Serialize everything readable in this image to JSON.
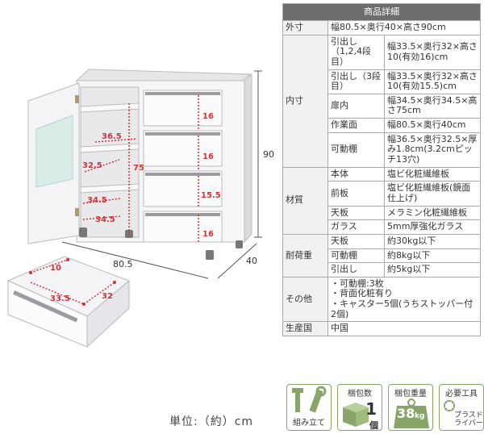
{
  "illustration": {
    "dims": {
      "height": "90",
      "width": "80.5",
      "depth": "40"
    },
    "red_labels": {
      "shelf_depth_1": "36.5",
      "shelf_width": "32.5",
      "inner_height": "75",
      "shelf_depth_2": "34.5",
      "shelf_depth_3": "34.5",
      "drawer_h_1": "16",
      "drawer_h_2": "16",
      "drawer_h_3": "15.5",
      "drawer_h_4": "16",
      "drawer_d_10": "10",
      "drawer_w": "33.5",
      "drawer_d_32": "32"
    },
    "unit_text": "単位:（約）cm"
  },
  "spec": {
    "header": "商品詳細",
    "outer": {
      "label": "外寸",
      "value": "幅80.5×奥行40×高さ90cm"
    },
    "inner": {
      "label": "内寸",
      "rows": [
        {
          "sub": "引出し（1,2,4段目）",
          "value": "幅33.5×奥行32×高さ10(有効16)cm"
        },
        {
          "sub": "引出し（3段目）",
          "value": "幅33.5×奥行32×高さ10(有効15.5)cm"
        },
        {
          "sub": "扉内",
          "value": "幅34.5×奥行34.5×高さ75cm"
        },
        {
          "sub": "作業面",
          "value": "幅80.5×奥行40cm"
        },
        {
          "sub": "可動棚",
          "value": "幅36.5×奥行32.5×厚み1.8cm(3.2cmピッチ13穴)"
        }
      ]
    },
    "material": {
      "label": "材質",
      "rows": [
        {
          "sub": "本体",
          "value": "塩ビ化粧繊維板"
        },
        {
          "sub": "前板",
          "value": "塩ビ化粧繊維板(鏡面仕上げ)"
        },
        {
          "sub": "天板",
          "value": "メラミン化粧繊維板"
        },
        {
          "sub": "ガラス",
          "value": "5mm厚強化ガラス"
        }
      ]
    },
    "load": {
      "label": "耐荷重",
      "rows": [
        {
          "sub": "天板",
          "value": "約30kg以下"
        },
        {
          "sub": "可動棚",
          "value": "約8kg以下"
        },
        {
          "sub": "引出し",
          "value": "約5kg以下"
        }
      ]
    },
    "other": {
      "label": "その他",
      "lines": [
        "・可動棚:3枚",
        "・背面化粧有り",
        "・キャスター5個(うちストッパー付2個)"
      ]
    },
    "origin": {
      "label": "生産国",
      "value": "中国"
    }
  },
  "icons": [
    {
      "name": "assembly",
      "caption": "組み立て"
    },
    {
      "name": "packages",
      "top": "梱包数",
      "value": "1",
      "unit": "個"
    },
    {
      "name": "weight",
      "top": "梱包重量",
      "value": "38",
      "unit": "kg"
    },
    {
      "name": "tools",
      "top": "必要工具",
      "caption": "プラスドライバー"
    }
  ]
}
